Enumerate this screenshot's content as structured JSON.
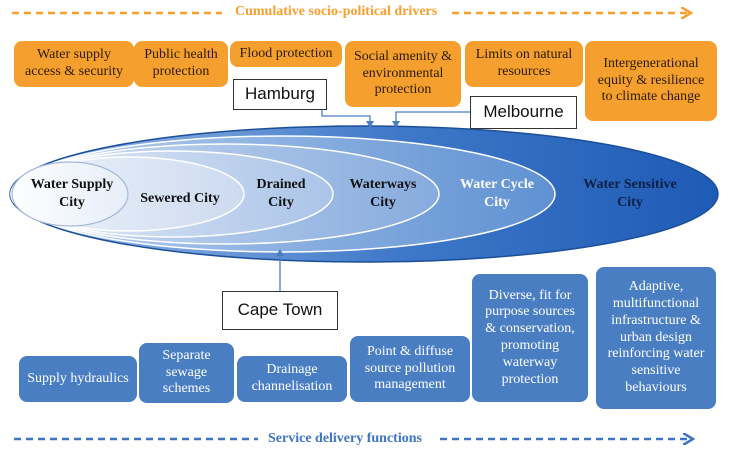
{
  "header": {
    "drivers_label": "Cumulative socio-political drivers"
  },
  "footer": {
    "service_label": "Service delivery functions"
  },
  "drivers": [
    "Water supply access & security",
    "Public health protection",
    "Flood protection",
    "Social amenity & environmental protection",
    "Limits on natural resources",
    "Intergenerational equity & resilience to climate change"
  ],
  "functions": [
    "Supply hydraulics",
    "Separate sewage schemes",
    "Drainage channelisation",
    "Point & diffuse source pollution management",
    "Diverse, fit for purpose sources & conservation, promoting waterway protection",
    "Adaptive, multifunctional infrastructure & urban design reinforcing water sensitive behaviours"
  ],
  "stages": {
    "water_supply_city": "Water Supply City",
    "sewered_city": "Sewered City",
    "drained_city": "Drained City",
    "waterways_city": "Waterways City",
    "water_cycle_city": "Water Cycle City",
    "water_sensitive_city": "Water Sensitive City"
  },
  "cities": {
    "hamburg": "Hamburg",
    "melbourne": "Melbourne",
    "cape_town": "Cape Town"
  },
  "colors": {
    "orange": "#F5A02E",
    "blue": "#4A7EC2",
    "dark_blue": "#1F5CB8"
  }
}
